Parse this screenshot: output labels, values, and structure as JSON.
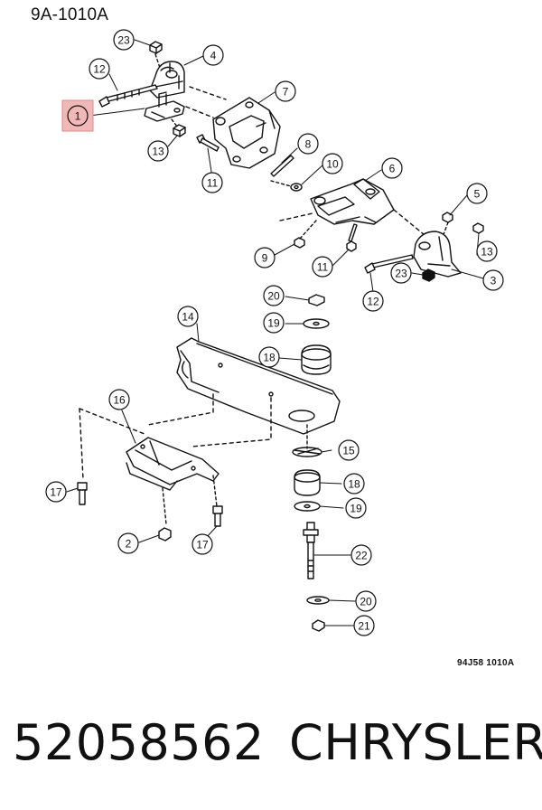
{
  "diagram_code": "9A-1010A",
  "drawing_ref": "94J58 1010A",
  "part_number": "52058562",
  "brand": "CHRYSLER",
  "highlight_color": "#f2b8b8",
  "highlight_border": "#d98a8a",
  "callouts": [
    {
      "id": "c1",
      "label": "1",
      "highlighted": true
    },
    {
      "id": "c2",
      "label": "2"
    },
    {
      "id": "c3",
      "label": "3"
    },
    {
      "id": "c4",
      "label": "4"
    },
    {
      "id": "c5",
      "label": "5"
    },
    {
      "id": "c6",
      "label": "6"
    },
    {
      "id": "c7",
      "label": "7"
    },
    {
      "id": "c8",
      "label": "8"
    },
    {
      "id": "c9",
      "label": "9"
    },
    {
      "id": "c10",
      "label": "10"
    },
    {
      "id": "c11a",
      "label": "11"
    },
    {
      "id": "c11b",
      "label": "11"
    },
    {
      "id": "c12a",
      "label": "12"
    },
    {
      "id": "c12b",
      "label": "12"
    },
    {
      "id": "c13a",
      "label": "13"
    },
    {
      "id": "c13b",
      "label": "13"
    },
    {
      "id": "c14",
      "label": "14"
    },
    {
      "id": "c15",
      "label": "15"
    },
    {
      "id": "c16",
      "label": "16"
    },
    {
      "id": "c17a",
      "label": "17"
    },
    {
      "id": "c17b",
      "label": "17"
    },
    {
      "id": "c18a",
      "label": "18"
    },
    {
      "id": "c18b",
      "label": "18"
    },
    {
      "id": "c19a",
      "label": "19"
    },
    {
      "id": "c19b",
      "label": "19"
    },
    {
      "id": "c20a",
      "label": "20"
    },
    {
      "id": "c20b",
      "label": "20"
    },
    {
      "id": "c21",
      "label": "21"
    },
    {
      "id": "c22",
      "label": "22"
    },
    {
      "id": "c23a",
      "label": "23"
    },
    {
      "id": "c23b",
      "label": "23"
    }
  ]
}
